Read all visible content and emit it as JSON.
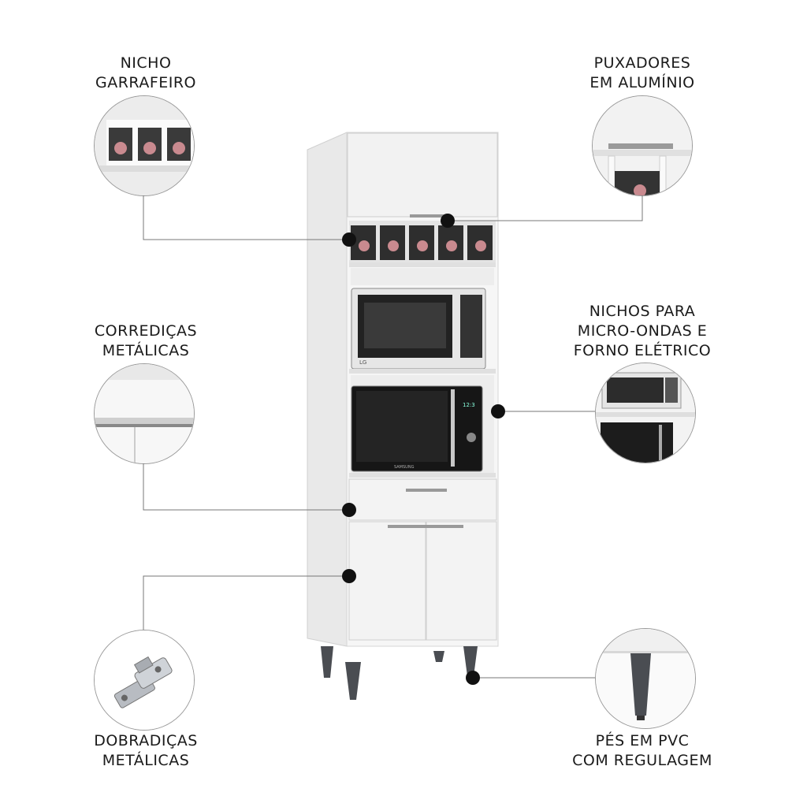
{
  "features": {
    "nicho_garrafeiro": [
      "NICHO",
      "GARRAFEIRO"
    ],
    "puxadores": [
      "PUXADORES",
      "EM ALUMÍNIO"
    ],
    "corredicas": [
      "CORREDIÇAS",
      "METÁLICAS"
    ],
    "nichos_micro": [
      "NICHOS PARA",
      "MICRO-ONDAS E",
      "FORNO ELÉTRICO"
    ],
    "dobradicas": [
      "DOBRADIÇAS",
      "METÁLICAS"
    ],
    "pes": [
      "PÉS EM PVC",
      "COM REGULAGEM"
    ]
  },
  "appliances": {
    "microwave_brand": "LG",
    "oven_brand": "SAMSUNG",
    "oven_display": "12:3"
  },
  "colors": {
    "cabinet": "#f2f2f2",
    "leg": "#4a4d52",
    "bottle": "#c98a8f",
    "dot": "#111111"
  }
}
